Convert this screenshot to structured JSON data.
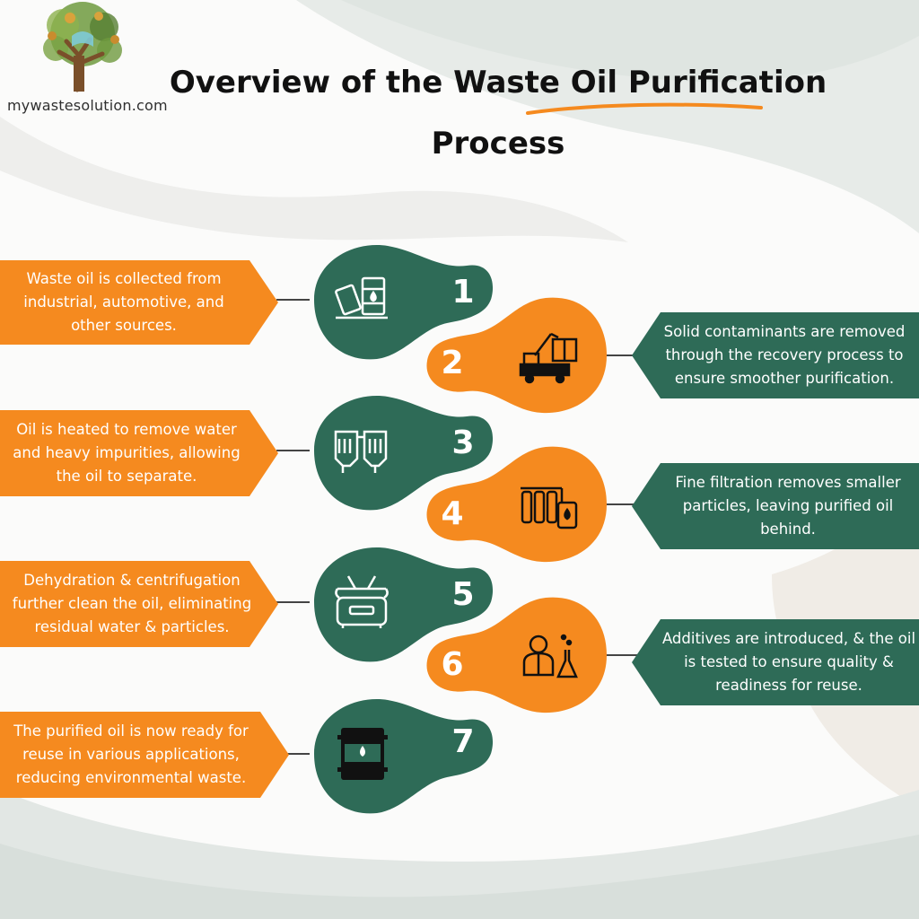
{
  "brand": {
    "site": "mywastesolution.com"
  },
  "title": {
    "line1": "Overview of the Waste Oil Purification",
    "line2": "Process"
  },
  "colors": {
    "green": "#2e6b57",
    "orange": "#f58a1f",
    "dark": "#111111"
  },
  "steps": [
    {
      "number": "1",
      "icon": "oil-drums-icon",
      "text": "Waste oil is collected from industrial, automotive, and other sources."
    },
    {
      "number": "2",
      "icon": "crane-truck-icon",
      "text": "Solid contaminants are removed through the recovery process to ensure smoother purification."
    },
    {
      "number": "3",
      "icon": "heating-tanks-icon",
      "text": "Oil is heated to remove water and heavy impurities, allowing the oil to separate."
    },
    {
      "number": "4",
      "icon": "filtration-system-icon",
      "text": "Fine filtration removes smaller particles, leaving purified oil behind."
    },
    {
      "number": "5",
      "icon": "centrifuge-icon",
      "text": "Dehydration & centrifugation further clean the oil, eliminating residual water & particles."
    },
    {
      "number": "6",
      "icon": "lab-tester-icon",
      "text": "Additives are introduced, & the oil is tested to ensure quality & readiness for reuse."
    },
    {
      "number": "7",
      "icon": "oil-barrel-icon",
      "text": "The purified oil is now ready for reuse in various applications, reducing environmental waste."
    }
  ]
}
